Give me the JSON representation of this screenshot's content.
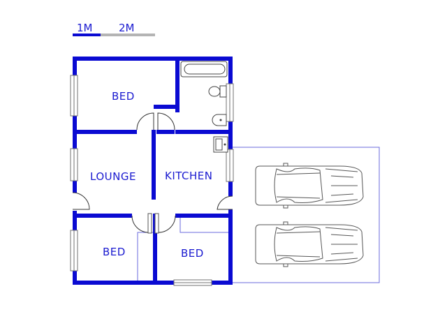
{
  "scale_bar": {
    "label_1": "1M",
    "label_2": "2M",
    "color_primary": "#0a0ad2",
    "color_secondary": "#b4b4b4"
  },
  "rooms": {
    "bed_top": "BED",
    "lounge": "LOUNGE",
    "kitchen": "KITCHEN",
    "bed_bottom_left": "BED",
    "bed_bottom_right": "BED"
  },
  "garage": {
    "cars": 2
  },
  "colors": {
    "wall": "#0a0ad2",
    "outline": "#6a6adc"
  }
}
